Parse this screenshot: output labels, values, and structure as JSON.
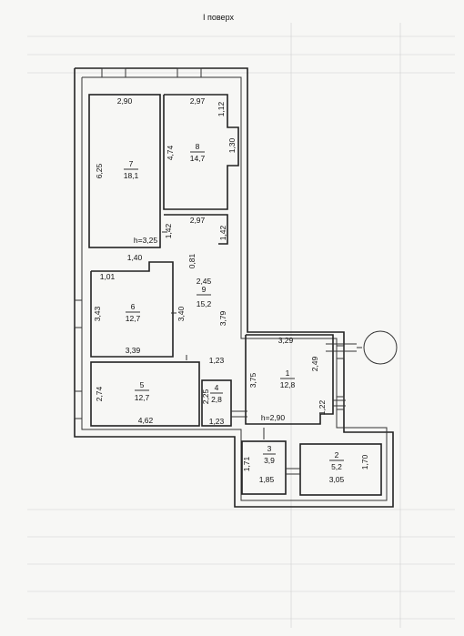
{
  "floor": {
    "title": "I поверх"
  },
  "rooms": [
    {
      "number": "1",
      "area": "12,8"
    },
    {
      "number": "2",
      "area": "5,2"
    },
    {
      "number": "3",
      "area": "3,9"
    },
    {
      "number": "4",
      "area": "2,8"
    },
    {
      "number": "5",
      "area": "12,7"
    },
    {
      "number": "6",
      "area": "12,7"
    },
    {
      "number": "7",
      "area": "18,1"
    },
    {
      "number": "8",
      "area": "14,7"
    },
    {
      "number": "9",
      "area": "15,2"
    }
  ],
  "dimensions": [
    "2,90",
    "6,25",
    "h=3,25",
    "2,97",
    "1,12",
    "1,30",
    "4,74",
    "2,97",
    "1,42",
    "1,42",
    "0,81",
    "2,45",
    "3,79",
    "1,40",
    "1,01",
    "3,43",
    "3,40",
    "3,39",
    "1,23",
    "2,74",
    "4,62",
    "2,25",
    "1,23",
    "3,29",
    "3,75",
    "2,49",
    "1,22",
    "h=2,90",
    "1,71",
    "1,85",
    "1,70",
    "3,05"
  ]
}
